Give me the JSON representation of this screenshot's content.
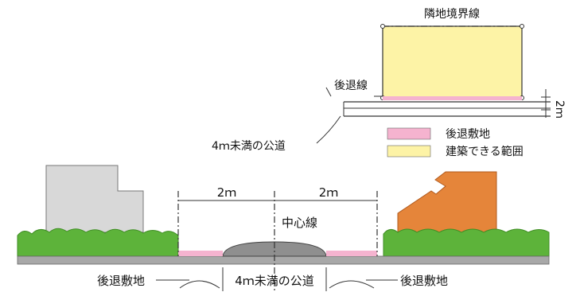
{
  "labels": {
    "boundary_line": "隣地境界線",
    "setback_line": "後退線",
    "road_top": "4ｍ未満の公道",
    "width_2m_vertical": "2ｍ",
    "legend_setback": "後退敷地",
    "legend_buildable": "建築できる範囲",
    "width_left": "2ｍ",
    "width_right": "2ｍ",
    "center_line": "中心線",
    "road_bottom": "4ｍ未満の公道",
    "setback_left": "後退敷地",
    "setback_right": "後退敷地"
  },
  "colors": {
    "buildable": "#fdf3a6",
    "setback": "#f5b3cf",
    "grass": "#5db33a",
    "grass_dark": "#3f8d24",
    "gray_house": "#d8d8d8",
    "orange_house": "#e5853a",
    "road": "#8f8f8f",
    "ground": "#a8a8a8"
  }
}
